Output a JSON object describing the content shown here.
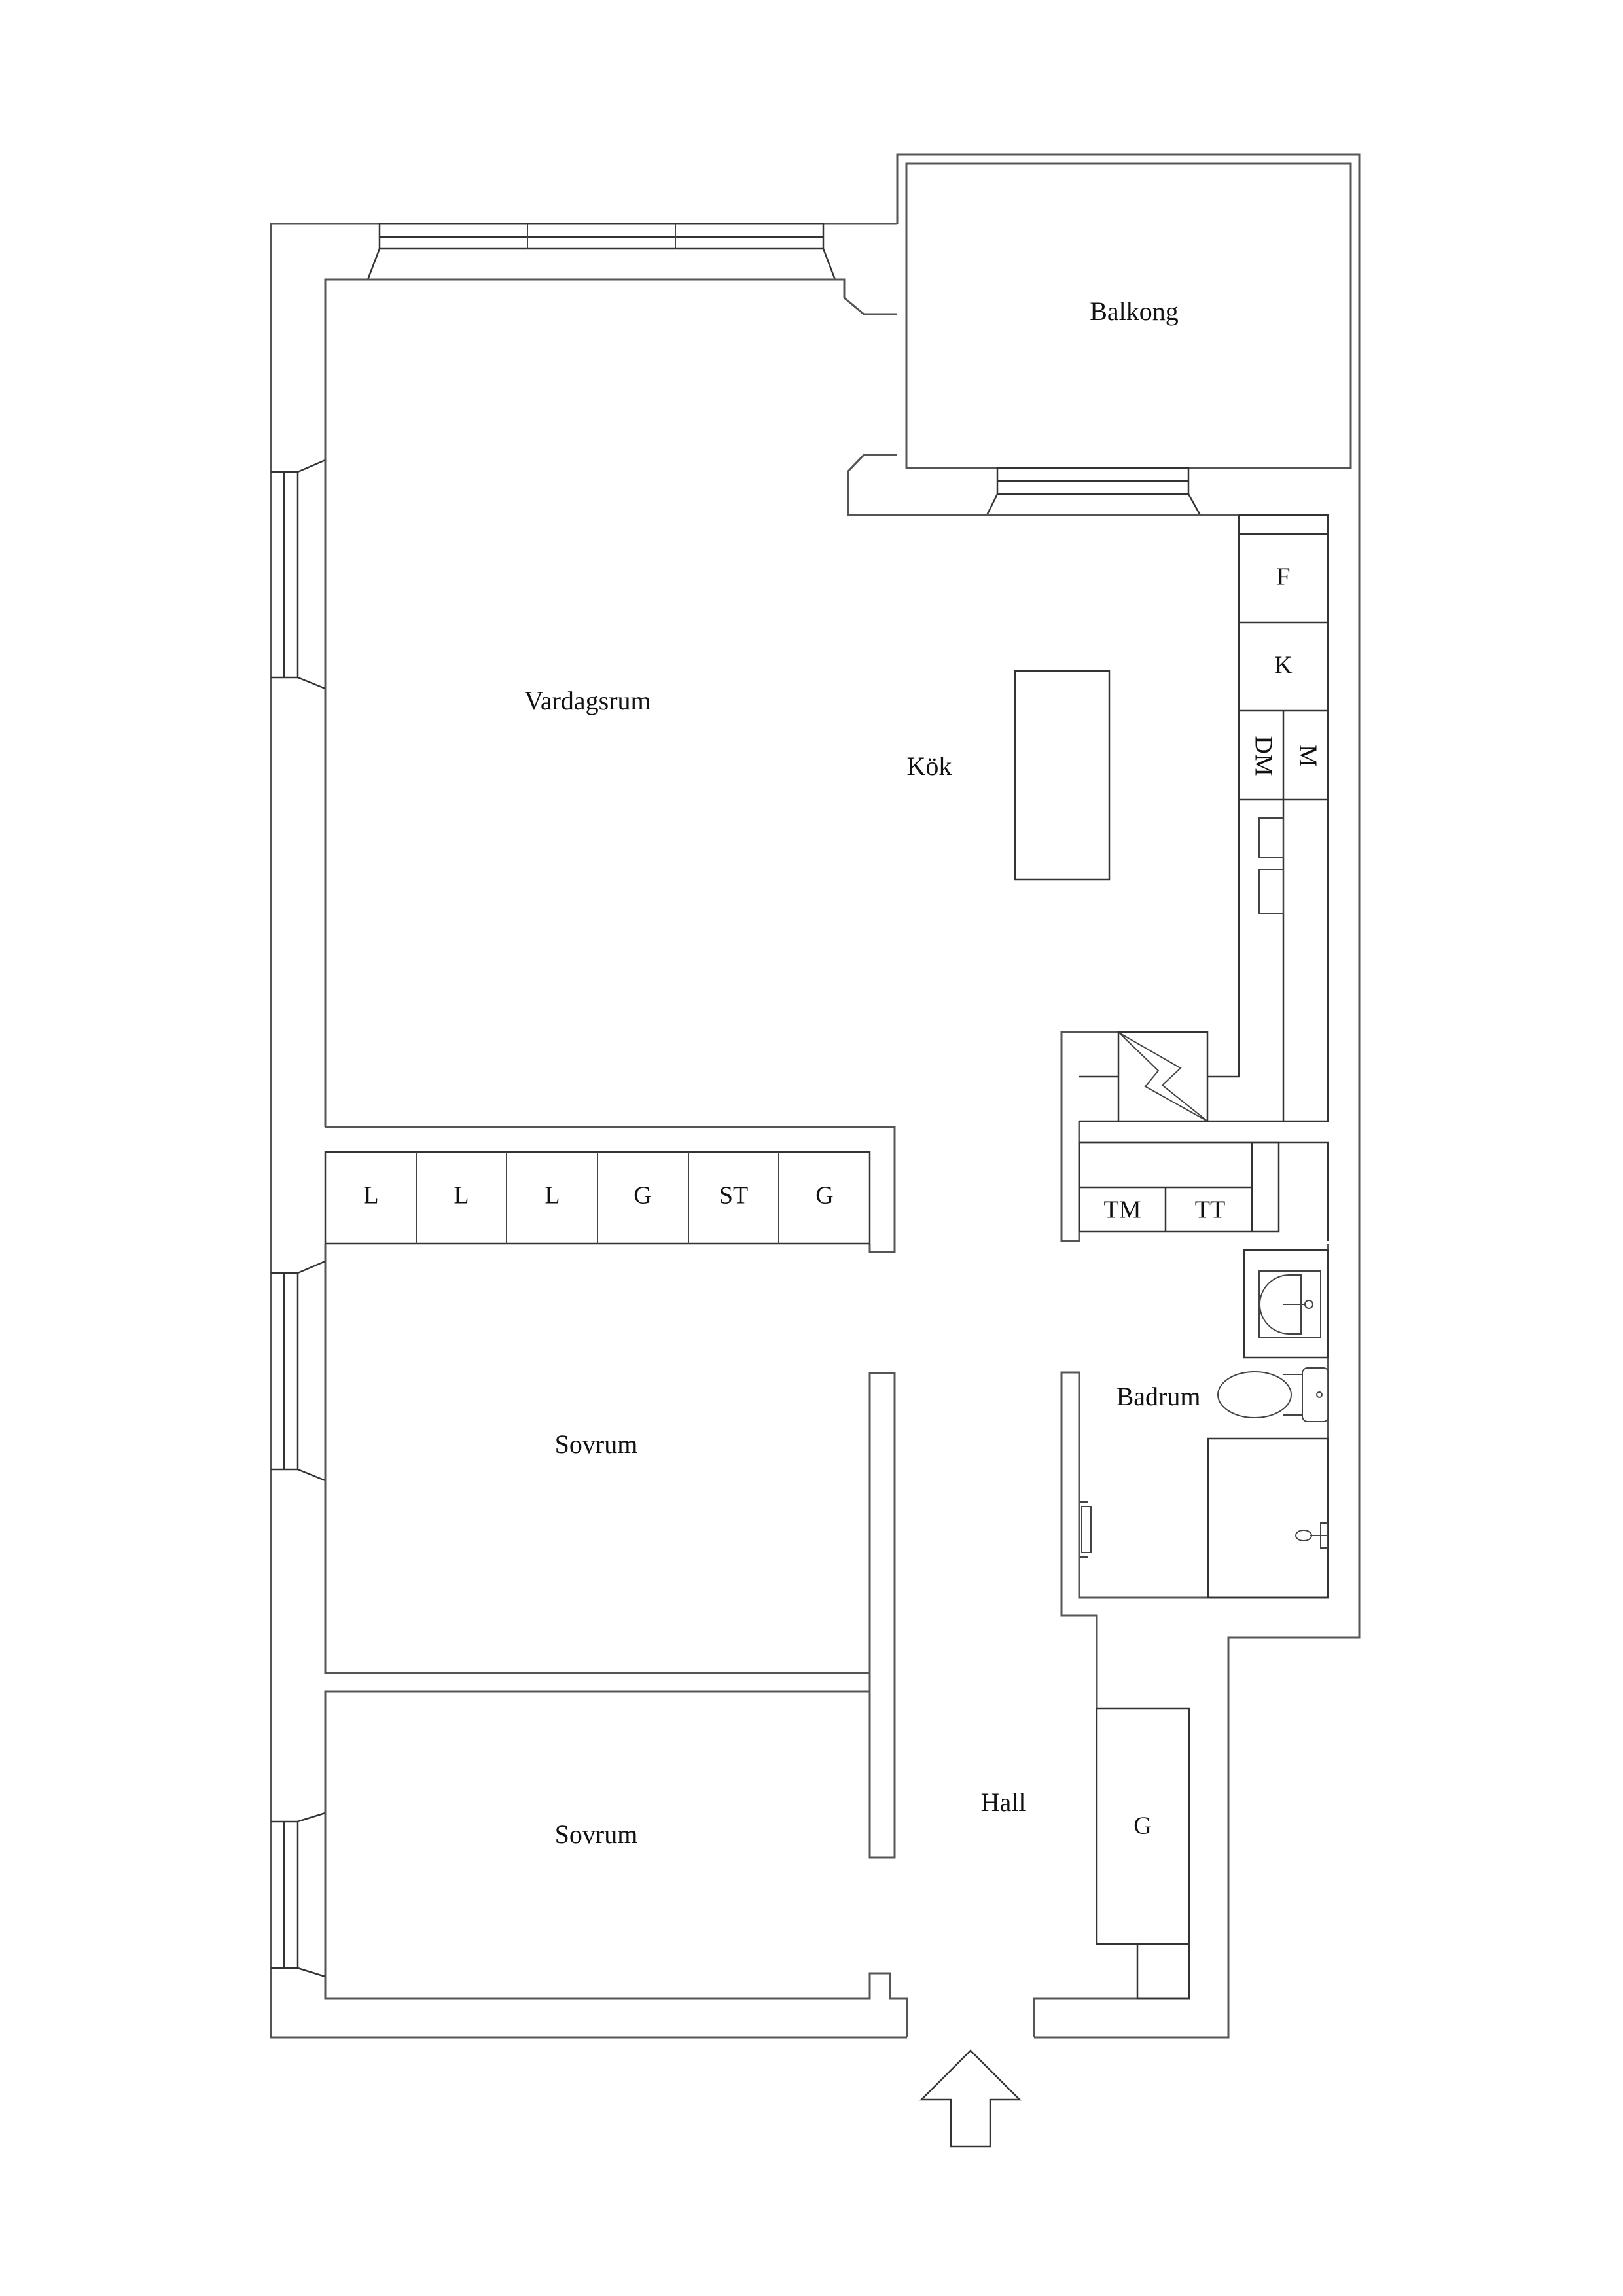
{
  "plan": {
    "rooms": {
      "balcony": "Balkong",
      "living_room": "Vardagsrum",
      "kitchen": "Kök",
      "bedroom_1": "Sovrum",
      "bedroom_2": "Sovrum",
      "hall": "Hall",
      "bathroom": "Badrum"
    },
    "kitchen_units": {
      "fridge": "F",
      "freezer": "K",
      "dishwasher": "DM",
      "microwave": "M"
    },
    "laundry_units": {
      "washing_machine": "TM",
      "dryer": "TT"
    },
    "hallway_wardrobes": [
      "L",
      "L",
      "L",
      "G",
      "ST",
      "G"
    ],
    "hall_wardrobe": "G",
    "entrance_icon": "entrance-arrow-icon",
    "line_color": "#555555",
    "background_color": "#ffffff"
  }
}
